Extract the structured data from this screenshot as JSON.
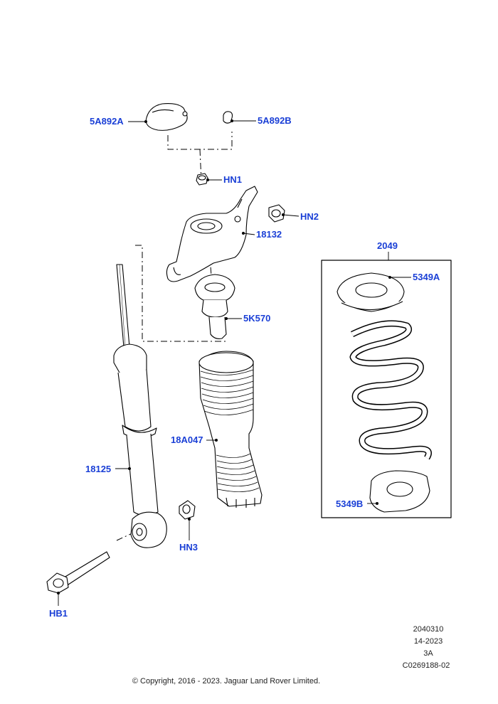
{
  "labels": {
    "upper_mount_cover": "5A892A",
    "cap": "5A892B",
    "nut_hn1": "HN1",
    "nut_hn2": "HN2",
    "upper_mount_bracket": "18132",
    "bump_stop": "5K570",
    "dust_boot": "18A047",
    "shock_absorber": "18125",
    "nut_hn3": "HN3",
    "bolt_hb1": "HB1",
    "spring_kit": "2049",
    "upper_spring_seat": "5349A",
    "lower_spring_seat": "5349B"
  },
  "meta": {
    "line1": "2040310",
    "line2": "14-2023",
    "line3": "3A",
    "line4": "C0269188-02"
  },
  "copyright": "© Copyright, 2016 - 2023. Jaguar Land Rover Limited.",
  "colors": {
    "label": "#1a3fd6",
    "line": "#000000",
    "part_fill": "#ffffff"
  }
}
